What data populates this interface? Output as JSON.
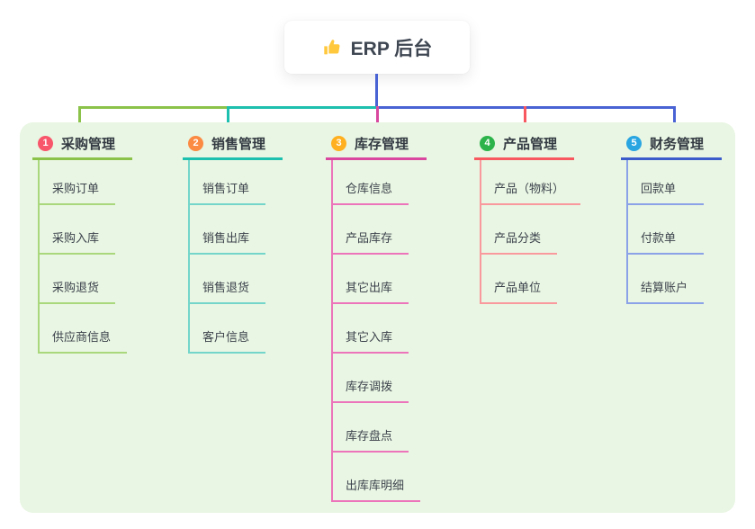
{
  "root": {
    "label": "ERP 后台",
    "icon": "thumbs-up-icon",
    "icon_color": "#ffc83d",
    "connector_color": "#4a63d4"
  },
  "canvas": {
    "background": "#ffffff",
    "panel_background": "#e9f6e3"
  },
  "connectors": {
    "bus_segments": [
      "#8bc34a",
      "#1dbfae",
      "#4a63d4"
    ]
  },
  "branches": [
    {
      "index": "1",
      "label": "采购管理",
      "badge_color": "#f8566b",
      "line_color": "#8bc34a",
      "child_line_color": "#a9d77c",
      "drop_color": "#8bc34a",
      "children": [
        "采购订单",
        "采购入库",
        "采购退货",
        "供应商信息"
      ]
    },
    {
      "index": "2",
      "label": "销售管理",
      "badge_color": "#fb8a43",
      "line_color": "#1dbfae",
      "child_line_color": "#74d6ca",
      "drop_color": "#1dbfae",
      "children": [
        "销售订单",
        "销售出库",
        "销售退货",
        "客户信息"
      ]
    },
    {
      "index": "3",
      "label": "库存管理",
      "badge_color": "#ffb020",
      "line_color": "#d9489e",
      "child_line_color": "#ec74ba",
      "drop_color": "#d9489e",
      "children": [
        "仓库信息",
        "产品库存",
        "其它出库",
        "其它入库",
        "库存调拨",
        "库存盘点",
        "出库库明细"
      ]
    },
    {
      "index": "4",
      "label": "产品管理",
      "badge_color": "#2cb44b",
      "line_color": "#f8585f",
      "child_line_color": "#f9999d",
      "drop_color": "#f8585f",
      "children": [
        "产品（物料）",
        "产品分类",
        "产品单位"
      ]
    },
    {
      "index": "5",
      "label": "财务管理",
      "badge_color": "#29a5e2",
      "line_color": "#3d5ccc",
      "child_line_color": "#8ba2e8",
      "drop_color": "#4a63d4",
      "children": [
        "回款单",
        "付款单",
        "结算账户"
      ]
    }
  ]
}
